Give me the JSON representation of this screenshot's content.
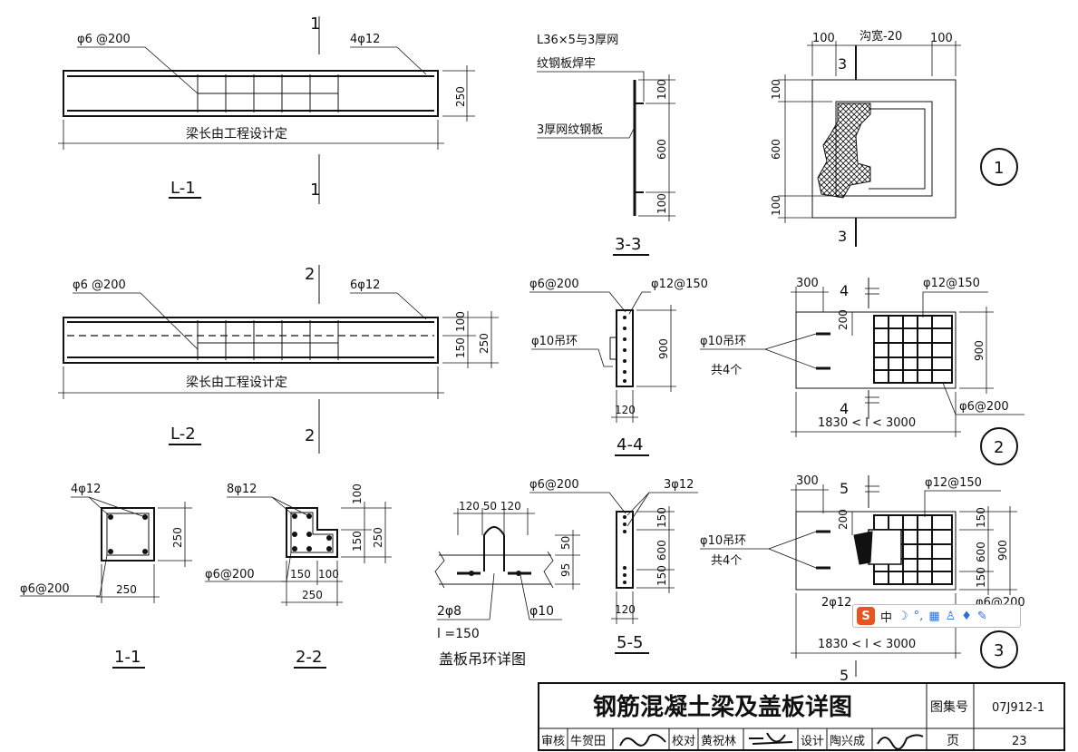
{
  "title_block": {
    "title": "钢筋混凝土梁及盖板详图",
    "atlas_label": "图集号",
    "atlas_no": "07J912-1",
    "review_label": "审核",
    "reviewer": "牛贺田",
    "check_label": "校对",
    "checker": "黄祝林",
    "design_label": "设计",
    "designer": "陶兴成",
    "page_label": "页",
    "page_no": "23"
  },
  "beam_L1": {
    "stirrup": "φ6 @200",
    "main_bar": "4φ12",
    "height": "250",
    "length_note": "梁长由工程设计定",
    "name": "L-1",
    "section_mark": "1"
  },
  "beam_L2": {
    "stirrup": "φ6 @200",
    "main_bar": "6φ12",
    "dim_top": "100",
    "dim_bottom": "150",
    "height": "250",
    "length_note": "梁长由工程设计定",
    "name": "L-2",
    "section_mark": "2"
  },
  "section_1_1": {
    "main_bar": "4φ12",
    "stirrup": "φ6@200",
    "height": "250",
    "width": "250",
    "name": "1-1"
  },
  "section_2_2": {
    "main_bar": "8φ12",
    "stirrup": "φ6@200",
    "dim_top": "100",
    "dim_mid": "150",
    "height": "250",
    "dim_w1": "150",
    "dim_w2": "100",
    "width": "250",
    "name": "2-2"
  },
  "section_3_3": {
    "note1_line1": "L36×5与3厚网",
    "note1_line2": "纹钢板焊牢",
    "note2": "3厚网纹钢板",
    "dim_top": "100",
    "dim_mid": "600",
    "dim_bottom": "100",
    "name": "3-3"
  },
  "detail_1": {
    "dim_left": "100",
    "trench": "沟宽-20",
    "dim_right": "100",
    "dim_v_top": "100",
    "dim_v_mid": "600",
    "dim_v_bottom": "100",
    "cut_mark": "3",
    "circle_label": "1"
  },
  "section_4_4": {
    "stirrup": "φ6@200",
    "bar": "φ12@150",
    "ring": "φ10吊环",
    "height": "900",
    "width": "120",
    "name": "4-4"
  },
  "detail_2": {
    "dim_left": "300",
    "cut_mark": "4",
    "bar_top": "φ12@150",
    "dim_inner": "200",
    "ring_line1": "φ10吊环",
    "ring_line2": "共4个",
    "height": "900",
    "bar_bottom": "φ6@200",
    "span": "1830 < l < 3000",
    "circle_label": "2"
  },
  "hook_detail": {
    "dims_top": "120 50 120",
    "dim_v1": "50",
    "dim_v2": "95",
    "bar_left": "2φ8",
    "length": "l =150",
    "bar_right": "φ10",
    "name": "盖板吊环详图"
  },
  "section_5_5": {
    "stirrup": "φ6@200",
    "main_bar": "3φ12",
    "dim_top": "150",
    "dim_mid": "600",
    "dim_bottom": "150",
    "width": "120",
    "name": "5-5"
  },
  "detail_3": {
    "dim_left": "300",
    "cut_mark": "5",
    "bar_top": "φ12@150",
    "dim_inner": "200",
    "ring_line1": "φ10吊环",
    "ring_line2": "共4个",
    "dim_v1": "150",
    "dim_v2": "600",
    "dim_v3": "150",
    "height": "900",
    "bar_bottom_left": "2φ12",
    "bar_bottom_right": "φ6@200",
    "span": "1830 < l < 3000",
    "circle_label": "3"
  },
  "ime_toolbar": {
    "logo": "S",
    "mode": "中"
  }
}
